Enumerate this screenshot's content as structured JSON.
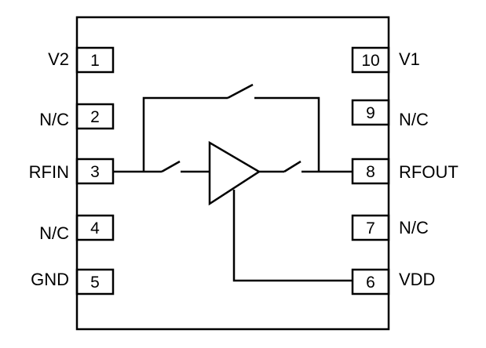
{
  "pins_left": [
    {
      "number": "1",
      "label": "V2"
    },
    {
      "number": "2",
      "label": "N/C"
    },
    {
      "number": "3",
      "label": "RFIN"
    },
    {
      "number": "4",
      "label": "N/C"
    },
    {
      "number": "5",
      "label": "GND"
    }
  ],
  "pins_right": [
    {
      "number": "10",
      "label": "V1"
    },
    {
      "number": "9",
      "label": "N/C"
    },
    {
      "number": "8",
      "label": "RFOUT"
    },
    {
      "number": "7",
      "label": "N/C"
    },
    {
      "number": "6",
      "label": "VDD"
    }
  ]
}
